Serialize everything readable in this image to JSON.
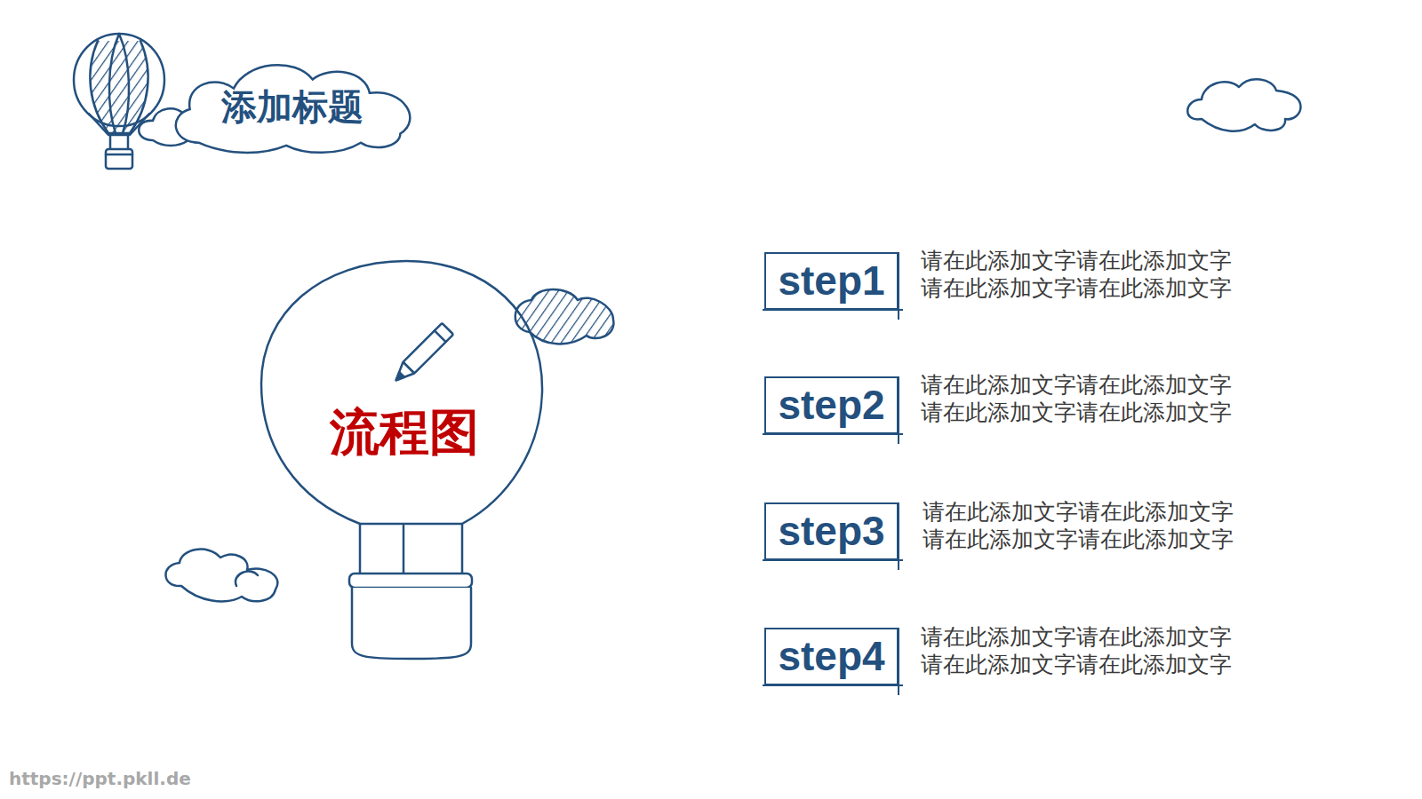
{
  "diagram": {
    "title": "添加标题",
    "nodes": [
      {
        "text": [
          "流程图"
        ]
      },
      {
        "text": [
          "step1"
        ]
      },
      {
        "text": [
          "step2"
        ]
      },
      {
        "text": [
          "step3"
        ]
      },
      {
        "text": [
          "step4"
        ]
      }
    ],
    "labels": [
      "请在此添加文字请在此添加文字请在此添加文字请在此添加文字",
      "请在此添加文字请在此添加文字请在此添加文字请在此添加文字",
      "请在此添加文字请在此添加文字请在此添加文字请在此添加文字",
      "请在此添加文字请在此添加文字请在此添加文字请在此添加文字",
      "https://ppt.pkll.de"
    ]
  }
}
